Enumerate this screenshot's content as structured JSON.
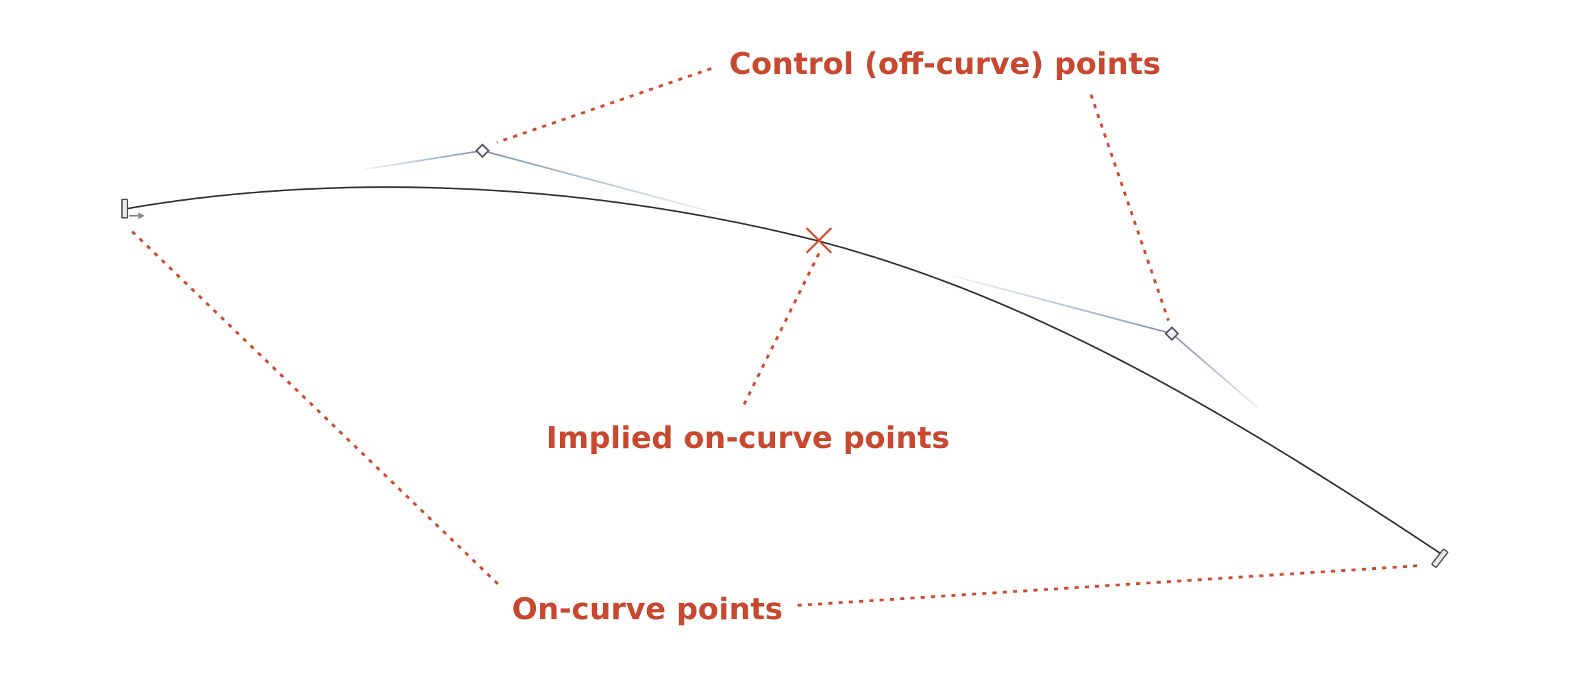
{
  "labels": {
    "control_points": "Control (off-curve) points",
    "implied_points": "Implied on-curve points",
    "oncurve_points": "On-curve points"
  },
  "colors": {
    "annotation": "#c8492f",
    "curve": "#333333",
    "handle": "#7a93b5",
    "point_outline": "#555555",
    "marker": "#d24a2d"
  },
  "icons": {
    "start_point": "on-curve-start-point-icon",
    "end_point": "on-curve-end-point-icon",
    "control_point": "diamond-control-point-icon",
    "implied_point": "x-mark-icon"
  }
}
